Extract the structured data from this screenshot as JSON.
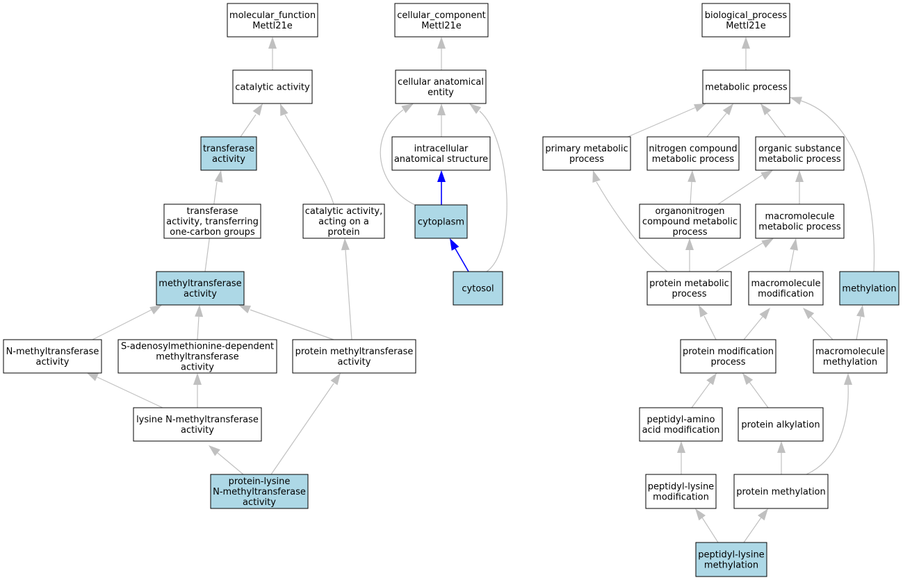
{
  "colors": {
    "node_fill": "#ffffff",
    "highlight_fill": "#add8e6",
    "edge_default": "#c0c0c0",
    "edge_highlight": "#0000ff"
  },
  "nodes": {
    "mf_root": "molecular_function\nMettl21e",
    "catalytic": "catalytic activity",
    "transferase": "transferase\nactivity",
    "cat_protein": "catalytic activity,\nacting on a\nprotein",
    "transf_onecarbon": "transferase\nactivity, transferring\none-carbon groups",
    "methyltransferase": "methyltransferase\nactivity",
    "n_methyl": "N-methyltransferase\nactivity",
    "sam_dep": "S-adenosylmethionine-dependent\nmethyltransferase\nactivity",
    "prot_methyltransf": "protein methyltransferase\nactivity",
    "lysine_nmt": "lysine N-methyltransferase\nactivity",
    "protein_lysine_nmt": "protein-lysine\nN-methyltransferase\nactivity",
    "cc_root": "cellular_component\nMettl21e",
    "cell_anat": "cellular anatomical\nentity",
    "intracell": "intracellular\nanatomical structure",
    "cytoplasm": "cytoplasm",
    "cytosol": "cytosol",
    "bp_root": "biological_process\nMettl21e",
    "metabolic": "metabolic process",
    "primary_met": "primary metabolic\nprocess",
    "nitrogen_met": "nitrogen compound\nmetabolic process",
    "organic_met": "organic substance\nmetabolic process",
    "organonitrogen": "organonitrogen\ncompound metabolic\nprocess",
    "macromol_met": "macromolecule\nmetabolic process",
    "protein_met": "protein metabolic\nprocess",
    "macromol_mod": "macromolecule\nmodification",
    "methylation": "methylation",
    "protein_mod": "protein modification\nprocess",
    "macromol_methyl": "macromolecule\nmethylation",
    "peptidyl_amino": "peptidyl-amino\nacid modification",
    "protein_alkyl": "protein alkylation",
    "peptidyl_lys_mod": "peptidyl-lysine\nmodification",
    "protein_methyl": "protein methylation",
    "peptidyl_lys_methyl": "peptidyl-lysine\nmethylation"
  }
}
